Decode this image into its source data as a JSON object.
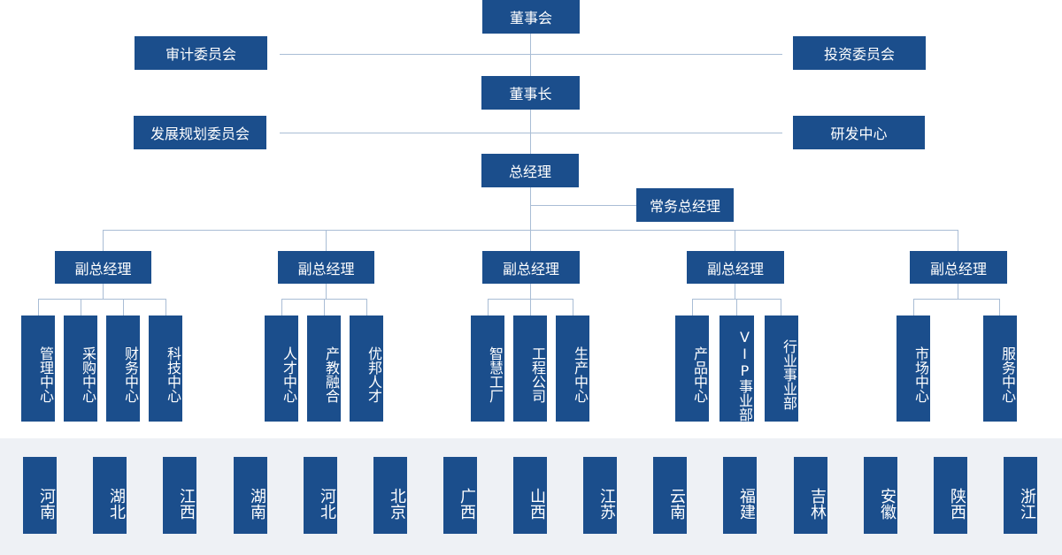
{
  "board": "董事会",
  "audit_committee": "审计委员会",
  "investment_committee": "投资委员会",
  "chairman": "董事长",
  "development_committee": "发展规划委员会",
  "rd_center": "研发中心",
  "general_manager": "总经理",
  "executive_gm": "常务总经理",
  "deputy_gms": [
    "副总经理",
    "副总经理",
    "副总经理",
    "副总经理",
    "副总经理"
  ],
  "departments": [
    [
      "管理中心",
      "采购中心",
      "财务中心",
      "科技中心"
    ],
    [
      "人才中心",
      "产教融合",
      "优邦人才"
    ],
    [
      "智慧工厂",
      "工程公司",
      "生产中心"
    ],
    [
      "产品中心",
      "VIP事业部",
      "行业事业部"
    ],
    [
      "市场中心",
      "服务中心"
    ]
  ],
  "provinces": [
    "河南",
    "湖北",
    "江西",
    "湖南",
    "河北",
    "北京",
    "广西",
    "山西",
    "江苏",
    "云南",
    "福建",
    "吉林",
    "安徽",
    "陕西",
    "浙江"
  ],
  "colors": {
    "box": "#1b4e8c",
    "line": "#a9bdd5",
    "band": "#eef1f5"
  }
}
